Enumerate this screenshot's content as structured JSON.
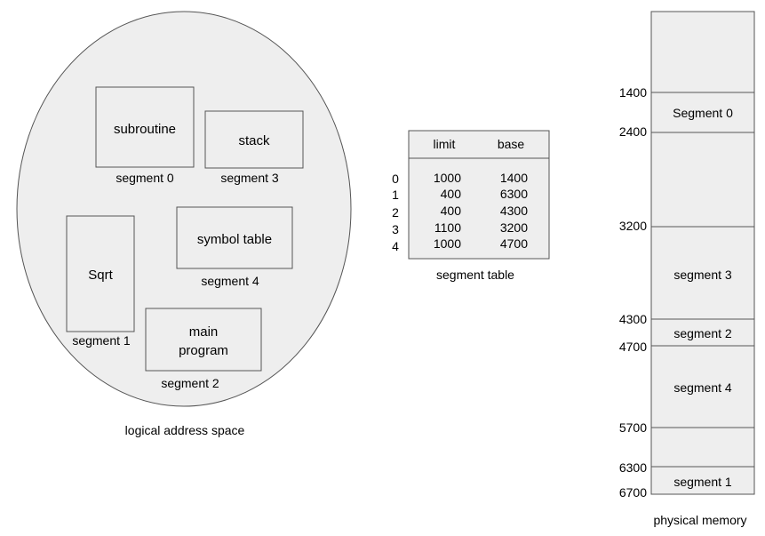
{
  "logical": {
    "caption": "logical address space",
    "boxes": {
      "subroutine": {
        "title": "subroutine",
        "segment": "segment 0"
      },
      "stack": {
        "title": "stack",
        "segment": "segment 3"
      },
      "sqrt": {
        "title": "Sqrt",
        "segment": "segment 1"
      },
      "symbol_table": {
        "title": "symbol table",
        "segment": "segment 4"
      },
      "main_program": {
        "title_line1": "main",
        "title_line2": "program",
        "segment": "segment 2"
      }
    }
  },
  "segment_table": {
    "caption": "segment table",
    "header": {
      "limit": "limit",
      "base": "base"
    },
    "rows": [
      {
        "index": "0",
        "limit": "1000",
        "base": "1400"
      },
      {
        "index": "1",
        "limit": "400",
        "base": "6300"
      },
      {
        "index": "2",
        "limit": "400",
        "base": "4300"
      },
      {
        "index": "3",
        "limit": "1100",
        "base": "3200"
      },
      {
        "index": "4",
        "limit": "1000",
        "base": "4700"
      }
    ]
  },
  "physical": {
    "caption": "physical memory",
    "addresses": [
      "1400",
      "2400",
      "3200",
      "4300",
      "4700",
      "5700",
      "6300",
      "6700"
    ],
    "segments": {
      "seg0": "Segment 0",
      "seg3": "segment 3",
      "seg2": "segment 2",
      "seg4": "segment 4",
      "seg1": "segment 1"
    }
  },
  "colors": {
    "fill": "#eeeeee",
    "stroke": "#555555"
  }
}
